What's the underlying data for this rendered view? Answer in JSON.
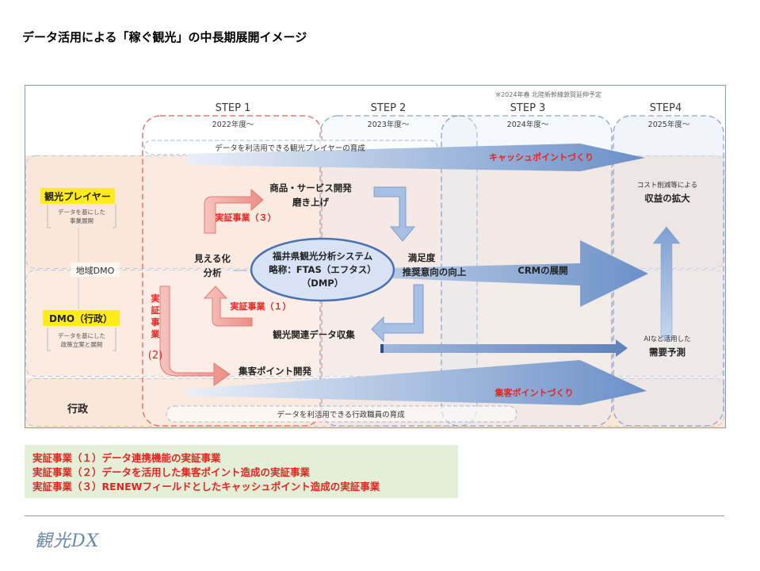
{
  "title": "データ活用による「稼ぐ観光」の中長期展開イメージ",
  "note": "※2024年春 北陸新幹線敦賀延伸予定",
  "steps": [
    {
      "label": "STEP 1",
      "year": "2022年度～"
    },
    {
      "label": "STEP 2",
      "year": "2023年度～"
    },
    {
      "label": "STEP 3",
      "year": "2024年度～"
    },
    {
      "label": "STEP4",
      "year": "2025年度～"
    }
  ],
  "rows": {
    "player": {
      "label": "観光プレイヤー",
      "sub": [
        "データを基にした",
        "事業展開"
      ]
    },
    "dmo_area": {
      "label": "地域DMO"
    },
    "dmo": {
      "label": "DMO（行政）",
      "sub": [
        "データを基にした",
        "政策立案と展開"
      ]
    },
    "gov": {
      "label": "行政"
    }
  },
  "banner_top": "データを利活用できる観光プレイヤーの育成",
  "banner_bottom": "データを利活用できる行政職員の育成",
  "nodes": {
    "product": [
      "商品・サービス開発",
      "磨き上げ"
    ],
    "visualize": [
      "見える化",
      "分析"
    ],
    "system": [
      "福井県観光分析システム",
      "略称：FTAS（エフタス）",
      "（DMP）"
    ],
    "satisfaction": [
      "満足度",
      "推奨意向の向上"
    ],
    "data_collection": "観光関連データ収集",
    "gathering": "集客ポイント開発"
  },
  "demo_labels": {
    "d3": "実証事業（３）",
    "d1": "実証事業（１）",
    "d2_chars": [
      "実",
      "証",
      "事",
      "業",
      "(2)"
    ]
  },
  "arrow_labels": {
    "cashpoint": "キャッシュポイントづくり",
    "crm": "CRMの展開",
    "gathering": "集客ポイントづくり"
  },
  "step4": {
    "revenue_sub": "コスト削減等による",
    "revenue_main": "収益の拡大",
    "forecast_sub": "AIなど活用した",
    "forecast_main": "需要予測"
  },
  "legend": [
    "実証事業（１）データ連携機能の実証事業",
    "実証事業（２）データを活用した集客ポイント造成の実証事業",
    "実証事業（３）RENEWフィールドとしたキャッシュポイント造成の実証事業"
  ],
  "footer_logo": "観光DX"
}
